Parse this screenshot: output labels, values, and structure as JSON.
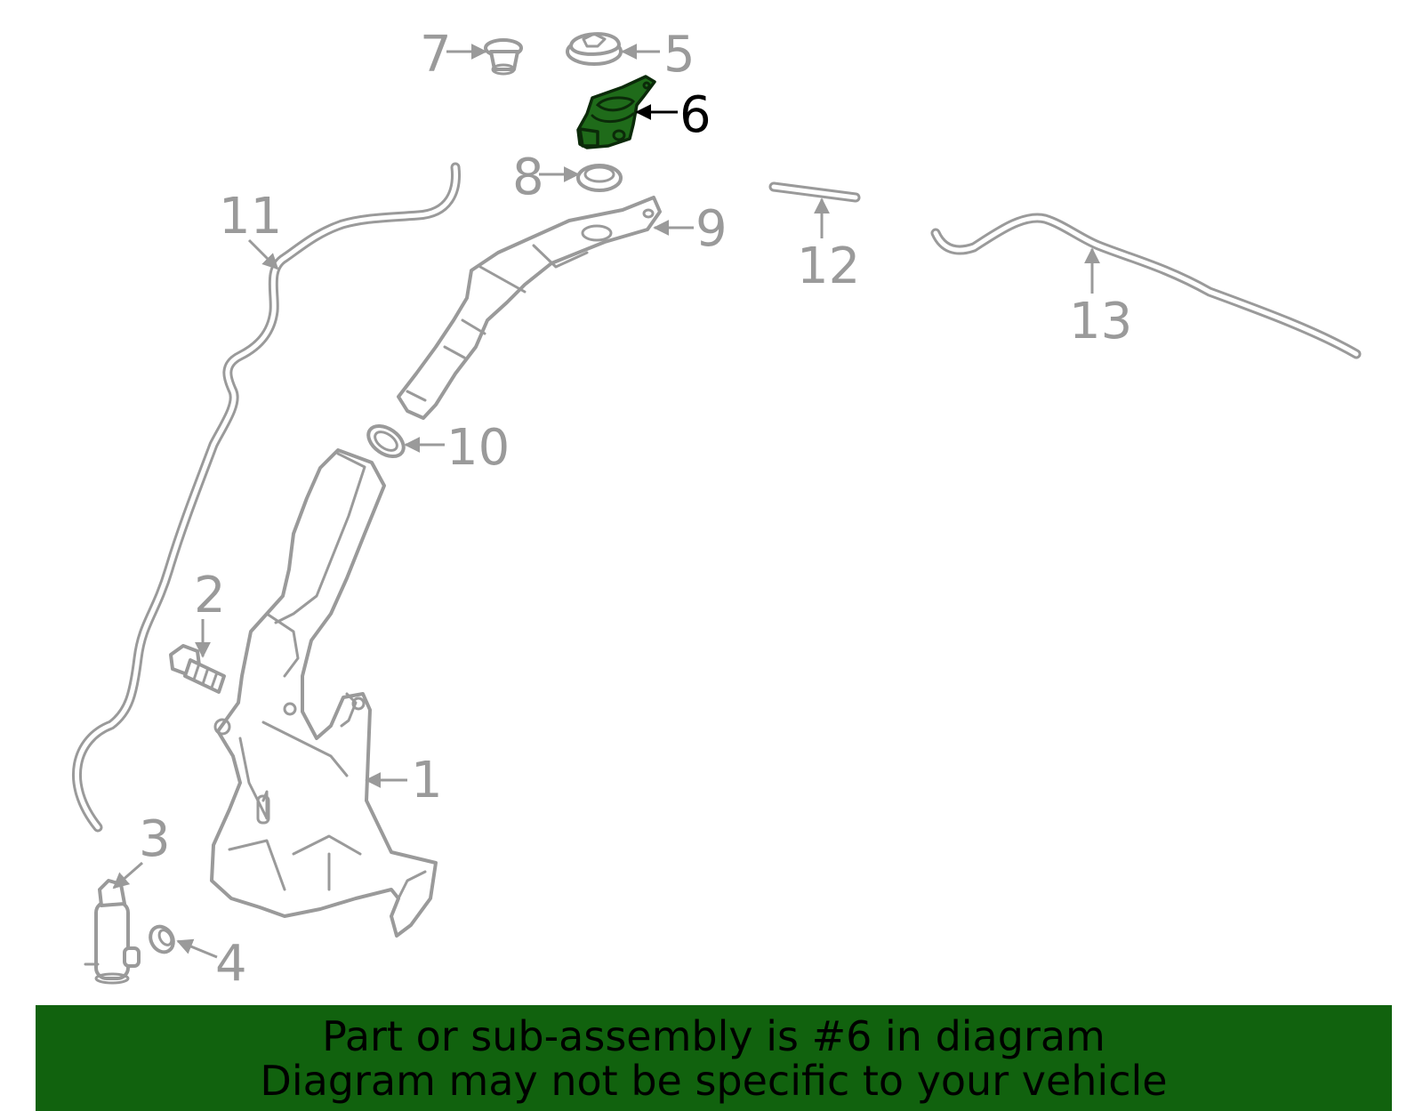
{
  "diagram": {
    "callouts": {
      "c1": "1",
      "c2": "2",
      "c3": "3",
      "c4": "4",
      "c5": "5",
      "c6": "6",
      "c7": "7",
      "c8": "8",
      "c9": "9",
      "c10": "10",
      "c11": "11",
      "c12": "12",
      "c13": "13"
    },
    "highlight_color": "#1f6b1a"
  },
  "banner": {
    "line1": "Part or sub-assembly is #6 in diagram",
    "line2": "Diagram may not be specific to your vehicle",
    "background": "#11620e"
  }
}
